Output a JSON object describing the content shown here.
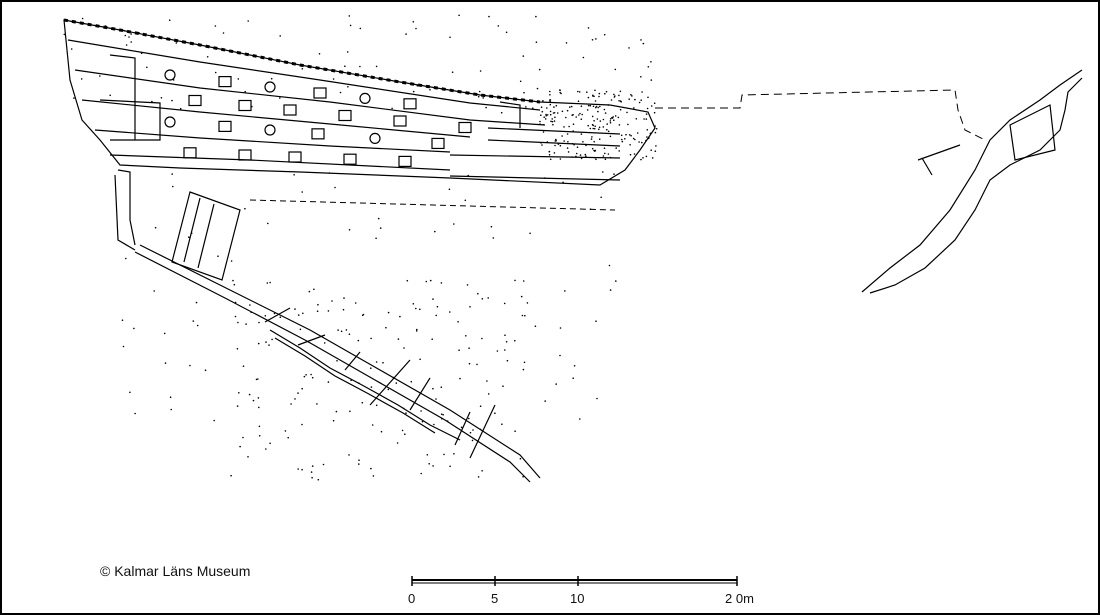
{
  "credit": "© Kalmar Läns Museum",
  "scale": {
    "labels": [
      "0",
      "5",
      "10",
      "2 0m"
    ]
  },
  "colors": {
    "ink": "#000000",
    "paper": "#ffffff"
  }
}
